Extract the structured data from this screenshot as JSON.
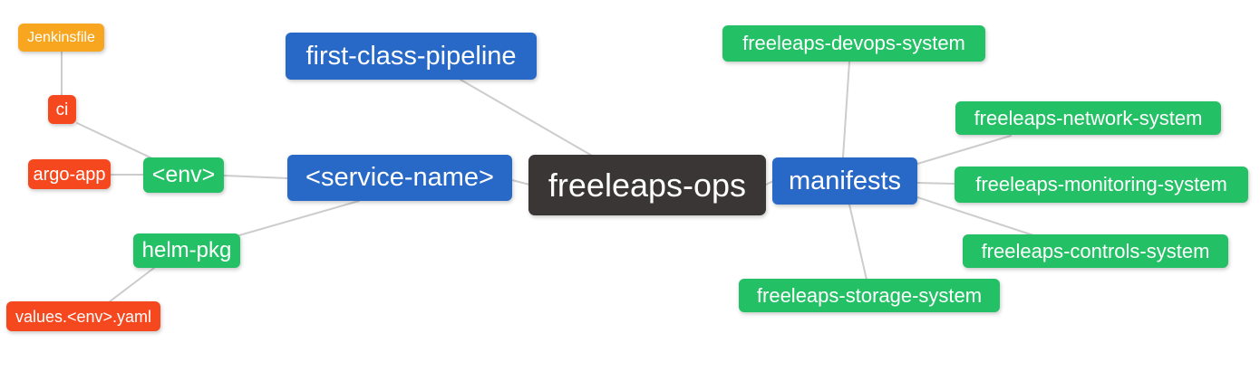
{
  "palette": {
    "blue": "#2869c7",
    "green": "#23c065",
    "orange": "#f8a51f",
    "red": "#f6481f",
    "dark": "#3a3636",
    "edge": "#cccccc",
    "text": "#ffffff",
    "background": "#ffffff"
  },
  "nodes": {
    "jenkinsfile": {
      "label": "Jenkinsfile",
      "color": "orange"
    },
    "ci": {
      "label": "ci",
      "color": "red"
    },
    "argo-app": {
      "label": "argo-app",
      "color": "red"
    },
    "env": {
      "label": "<env>",
      "color": "green"
    },
    "helm-pkg": {
      "label": "helm-pkg",
      "color": "green"
    },
    "values-env-yaml": {
      "label": "values.<env>.yaml",
      "color": "red"
    },
    "first-class-pipeline": {
      "label": "first-class-pipeline",
      "color": "blue"
    },
    "service-name": {
      "label": "<service-name>",
      "color": "blue"
    },
    "freeleaps-ops": {
      "label": "freeleaps-ops",
      "color": "dark"
    },
    "manifests": {
      "label": "manifests",
      "color": "blue"
    },
    "freeleaps-devops-system": {
      "label": "freeleaps-devops-system",
      "color": "green"
    },
    "freeleaps-network-system": {
      "label": "freeleaps-network-system",
      "color": "green"
    },
    "freeleaps-monitoring-system": {
      "label": "freeleaps-monitoring-system",
      "color": "green"
    },
    "freeleaps-controls-system": {
      "label": "freeleaps-controls-system",
      "color": "green"
    },
    "freeleaps-storage-system": {
      "label": "freeleaps-storage-system",
      "color": "green"
    }
  },
  "edges": [
    {
      "from": "jenkinsfile",
      "to": "ci"
    },
    {
      "from": "ci",
      "to": "env"
    },
    {
      "from": "argo-app",
      "to": "env"
    },
    {
      "from": "env",
      "to": "service-name"
    },
    {
      "from": "service-name",
      "to": "helm-pkg"
    },
    {
      "from": "helm-pkg",
      "to": "values-env-yaml"
    },
    {
      "from": "first-class-pipeline",
      "to": "freeleaps-ops"
    },
    {
      "from": "service-name",
      "to": "freeleaps-ops"
    },
    {
      "from": "freeleaps-ops",
      "to": "manifests"
    },
    {
      "from": "manifests",
      "to": "freeleaps-devops-system"
    },
    {
      "from": "manifests",
      "to": "freeleaps-network-system"
    },
    {
      "from": "manifests",
      "to": "freeleaps-monitoring-system"
    },
    {
      "from": "manifests",
      "to": "freeleaps-controls-system"
    },
    {
      "from": "manifests",
      "to": "freeleaps-storage-system"
    }
  ]
}
